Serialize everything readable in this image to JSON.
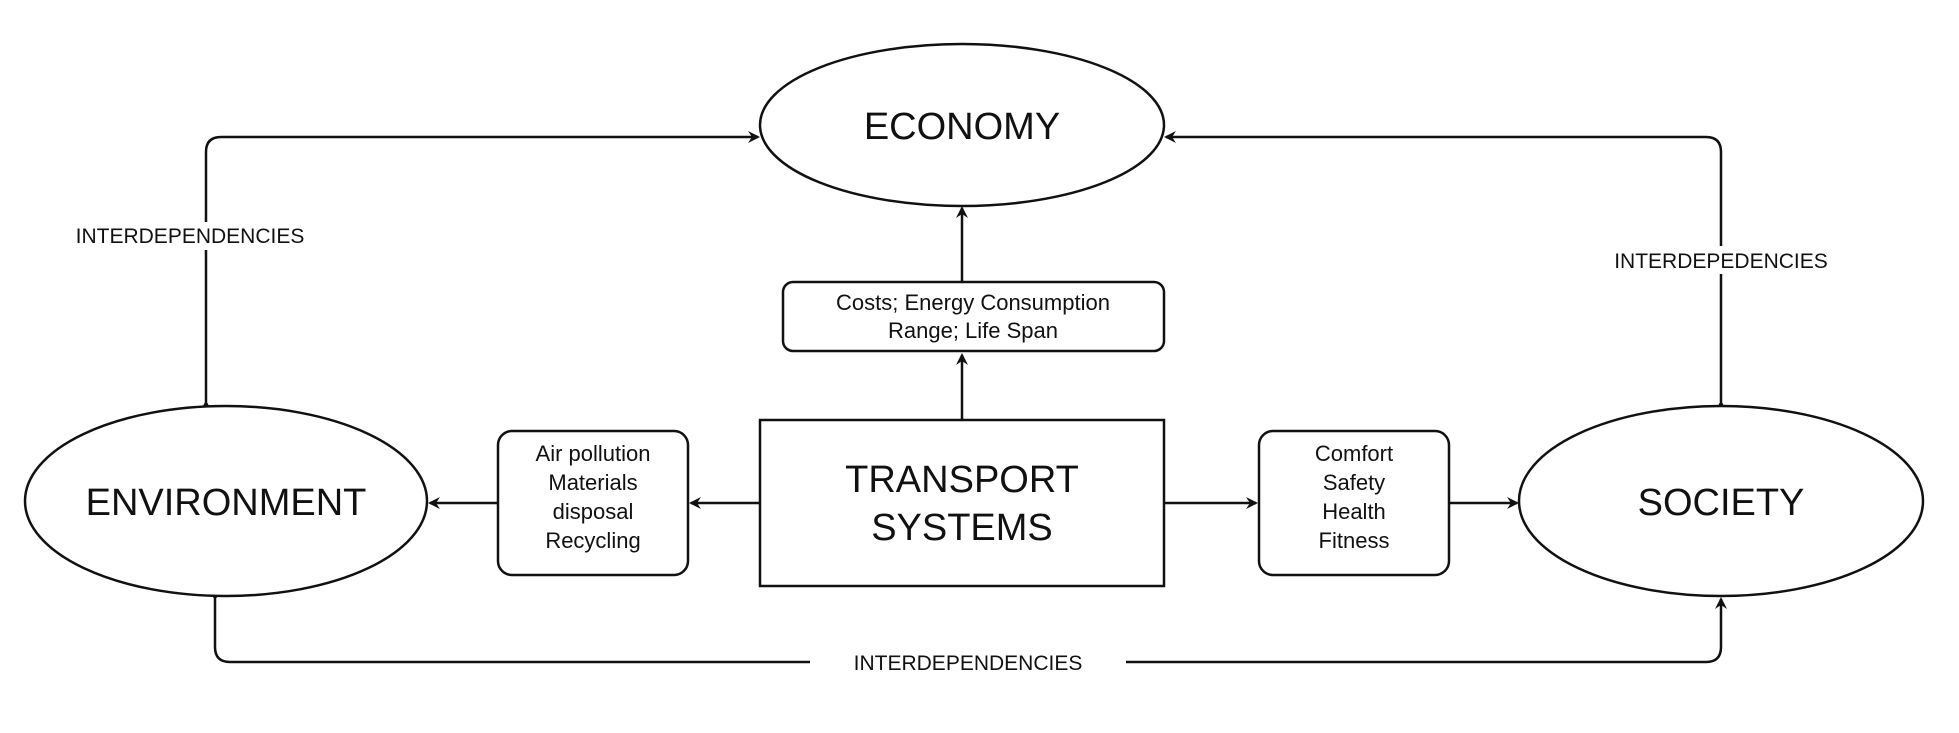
{
  "nodes": {
    "economy": "ECONOMY",
    "environment": "ENVIRONMENT",
    "society": "SOCIETY",
    "transport": [
      "TRANSPORT",
      "SYSTEMS"
    ]
  },
  "factors": {
    "economy": [
      "Costs; Energy Consumption",
      "Range; Life Span"
    ],
    "environment": [
      "Air pollution",
      "Materials",
      "disposal",
      "Recycling"
    ],
    "society": [
      "Comfort",
      "Safety",
      "Health",
      "Fitness"
    ]
  },
  "links": {
    "env_economy": "INTERDEPENDENCIES",
    "society_economy": "INTERDEPEDENCIES",
    "env_society": "INTERDEPENDENCIES"
  },
  "colors": {
    "line": "#111111",
    "background": "#ffffff"
  }
}
